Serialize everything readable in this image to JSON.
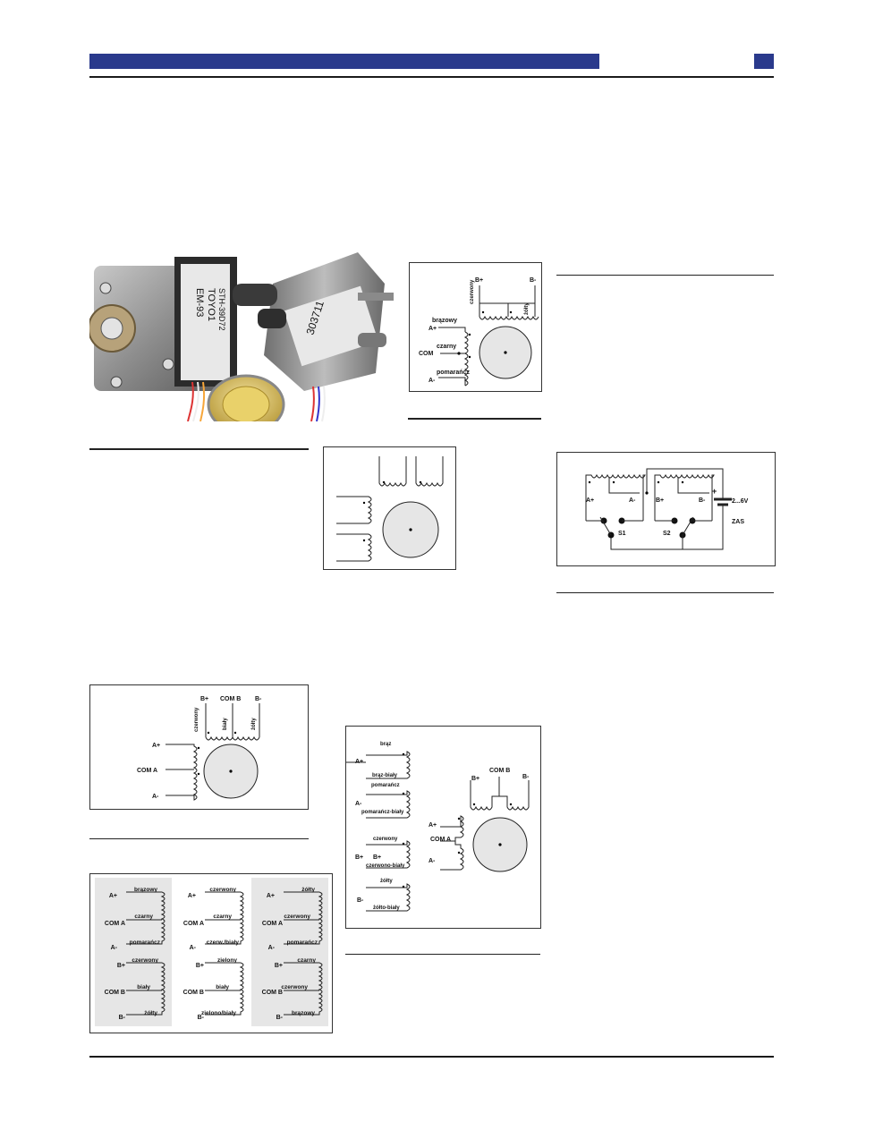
{
  "fig1": {
    "b_plus": "B+",
    "b_minus": "B-",
    "czerwony": "czerwony",
    "zolty": "żółty",
    "brazowy": "brązowy",
    "a_plus": "A+",
    "czarny": "czarny",
    "com": "COM",
    "pomarancz": "pomarańcz",
    "a_minus": "A-"
  },
  "fig3": {
    "a_plus": "A+",
    "com_a": "COM A",
    "a_minus": "A-",
    "b_plus": "B+",
    "com_b": "COM B",
    "b_minus": "B-",
    "czerwony": "czerwony",
    "bialy": "biały",
    "zolty": "żółty"
  },
  "fig4": {
    "braz": "brąz",
    "a_plus": "A+",
    "braz_bialy": "brąz-biały",
    "pomarancz": "pomarańcz",
    "a_minus": "A-",
    "pomarancz_bialy": "pomarańcz-biały",
    "czerwony": "czerwony",
    "b_plus": "B+",
    "czerwono_bialy": "czerwono-biały",
    "zolty": "żółty",
    "b_minus": "B-",
    "zolto_bialy": "żółto-biały",
    "com_a": "COM A",
    "com_b": "COM B"
  },
  "fig5": {
    "a_plus": "A+",
    "a_minus": "A-",
    "b_plus": "B+",
    "b_minus": "B-",
    "voltage": "2...6V",
    "zas": "ZAS",
    "s1": "S1",
    "s2": "S2"
  },
  "table": {
    "cols": [
      {
        "a_plus": "A+",
        "com_a": "COM A",
        "a_minus": "A-",
        "b_plus": "B+",
        "com_b": "COM B",
        "b_minus": "B-",
        "w1": "brązowy",
        "w2": "czarny",
        "w3": "pomarańcz",
        "w4": "czerwony",
        "w5": "biały",
        "w6": "żółty"
      },
      {
        "a_plus": "A+",
        "com_a": "COM A",
        "a_minus": "A-",
        "b_plus": "B+",
        "com_b": "COM B",
        "b_minus": "B-",
        "w1": "czerwony",
        "w2": "czarny",
        "w3": "czerw./biały",
        "w4": "zielony",
        "w5": "biały",
        "w6": "zielono/biały"
      },
      {
        "a_plus": "A+",
        "com_a": "COM A",
        "a_minus": "A-",
        "b_plus": "B+",
        "com_b": "COM B",
        "b_minus": "B-",
        "w1": "żółty",
        "w2": "czerwony",
        "w3": "pomarańcz",
        "w4": "czarny",
        "w5": "czerwony",
        "w6": "brązowy"
      }
    ]
  },
  "photo": {
    "label1": "EM-93",
    "label2": "TOYO1",
    "label3": "STH-39D72",
    "label4": "303711"
  }
}
